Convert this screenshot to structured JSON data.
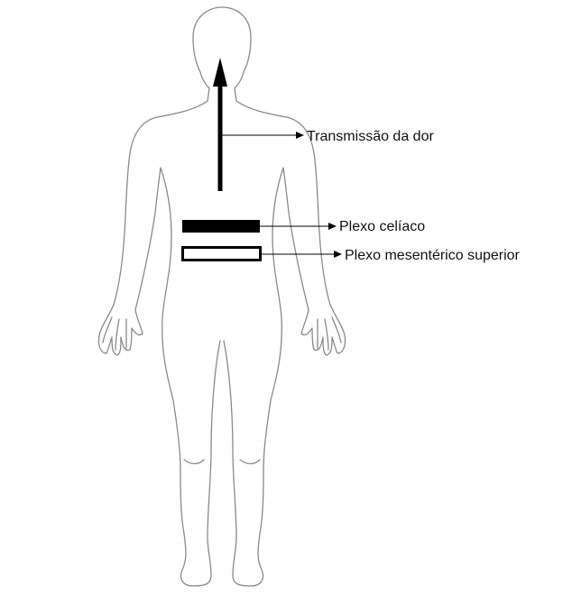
{
  "diagram": {
    "labels": {
      "pain_transmission": "Transmissão da dor",
      "celiac_plexus": "Plexo celíaco",
      "superior_mesenteric_plexus": "Plexo mesentérico superior"
    },
    "colors": {
      "background": "#ffffff",
      "body_outline": "#8a8a8a",
      "ink": "#000000"
    }
  }
}
